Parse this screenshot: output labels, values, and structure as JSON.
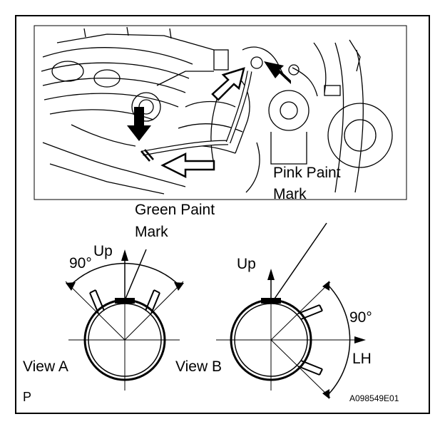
{
  "labels": {
    "pink_paint_mark_line1": "Pink Paint",
    "pink_paint_mark_line2": "Mark",
    "green_paint_mark_line1": "Green Paint",
    "green_paint_mark_line2": "Mark",
    "view_a": "View A",
    "view_b": "View B",
    "up_a": "Up",
    "up_b": "Up",
    "angle_a": "90°",
    "angle_b": "90°",
    "lh": "LH",
    "corner": "P",
    "figure_id": "A098549E01"
  },
  "colors": {
    "ink": "#000000",
    "paper": "#ffffff"
  }
}
